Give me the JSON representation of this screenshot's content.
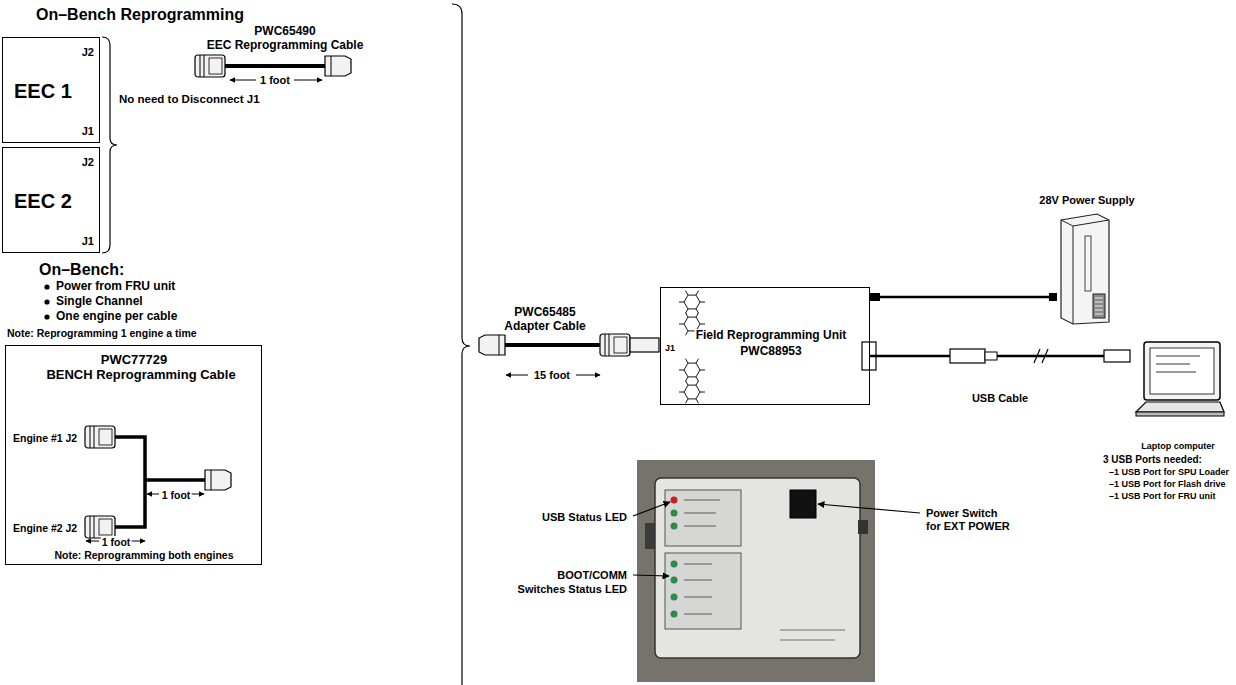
{
  "diagram": {
    "title": "On–Bench Reprogramming",
    "nodes": [
      {
        "text": [
          "EEC 1",
          "J2",
          "J1"
        ]
      },
      {
        "text": [
          "EEC 2",
          "J2",
          "J1"
        ]
      },
      {
        "text": [
          "PWC77729",
          "BENCH Reprogramming Cable",
          "Engine #1 J2",
          "1 foot",
          "Engine #2 J2",
          "1 foot",
          "Note: Reprogramming both engines"
        ]
      },
      {
        "text": [
          "28V Power Supply"
        ]
      },
      {
        "text": [
          "Field Reprogramming Unit",
          "PWC88953",
          "J1"
        ]
      },
      {
        "text": [
          "Laptop computer"
        ]
      }
    ],
    "edges": [
      {
        "from": 4,
        "to": 3,
        "arrow": "none"
      },
      {
        "from": 4,
        "to": 5,
        "label": "USB Cable",
        "arrow": "none"
      }
    ],
    "labels": [
      "PWC65490",
      "EEC Reprogramming Cable",
      "1 foot",
      "No need to Disconnect J1",
      "On–Bench:",
      "Power from FRU unit",
      "Single Channel",
      "One engine per cable",
      "Note: Reprogramming 1 engine a time",
      "PWC65485",
      "Adapter Cable",
      "15 foot",
      "3 USB Ports needed:",
      "–1 USB Port for SPU Loader",
      "–1 USB Port for Flash drive",
      "–1 USB Port for FRU unit",
      "USB Status LED",
      "BOOT/COMM",
      "Switches Status LED",
      "Power Switch",
      "for EXT POWER"
    ]
  }
}
